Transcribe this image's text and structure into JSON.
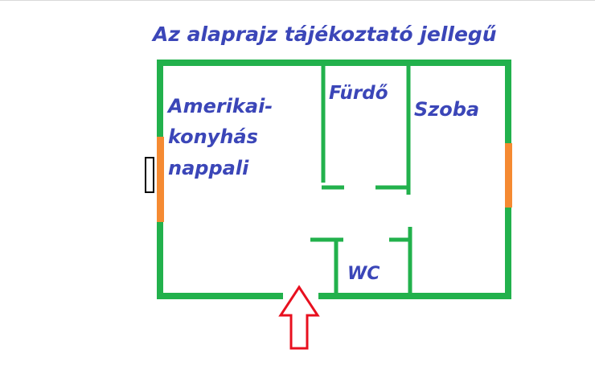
{
  "plan": {
    "title": "Az alaprajz tájékoztató jellegű",
    "rooms": {
      "living_line1": "Amerikai-",
      "living_line2": "konyhás",
      "living_line3": "nappali",
      "bathroom": "Fürdő",
      "room": "Szoba",
      "wc": "WC"
    }
  },
  "colors": {
    "wall": "#22b14c",
    "window": "#f58a32",
    "label": "#3b46b8",
    "entrance_arrow": "#e8101f",
    "radiator": "#000000"
  },
  "icons": {
    "entrance": "entrance-arrow-icon",
    "radiator": "radiator-icon"
  }
}
